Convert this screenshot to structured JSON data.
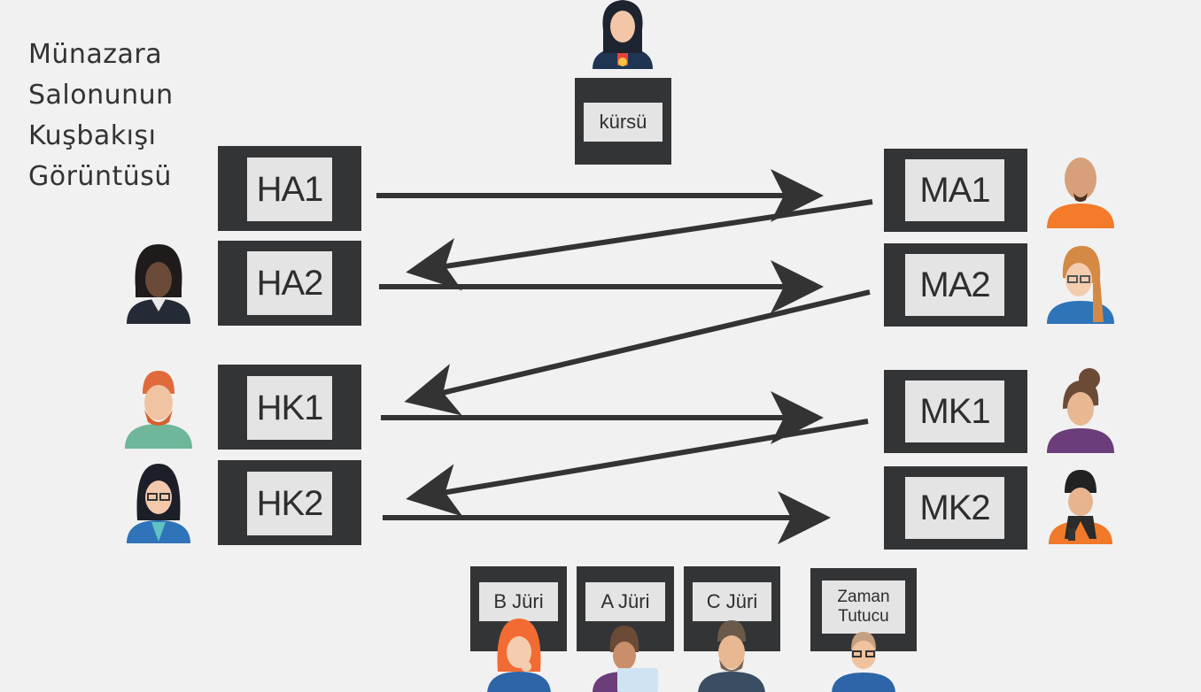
{
  "title_lines": [
    "Münazara",
    "Salonunun",
    "Kuşbakışı",
    "Görüntüsü"
  ],
  "podium_label": "kürsü",
  "seats": {
    "ha1": "HA1",
    "ha2": "HA2",
    "hk1": "HK1",
    "hk2": "HK2",
    "ma1": "MA1",
    "ma2": "MA2",
    "mk1": "MK1",
    "mk2": "MK2"
  },
  "jury": {
    "b": "B Jüri",
    "a": "A Jüri",
    "c": "C Jüri"
  },
  "timekeeper_lines": [
    "Zaman",
    "Tutucu"
  ],
  "colors": {
    "background": "#f1f1f1",
    "seat_frame": "#333436",
    "plate": "#e4e4e4",
    "arrow": "#333333"
  }
}
